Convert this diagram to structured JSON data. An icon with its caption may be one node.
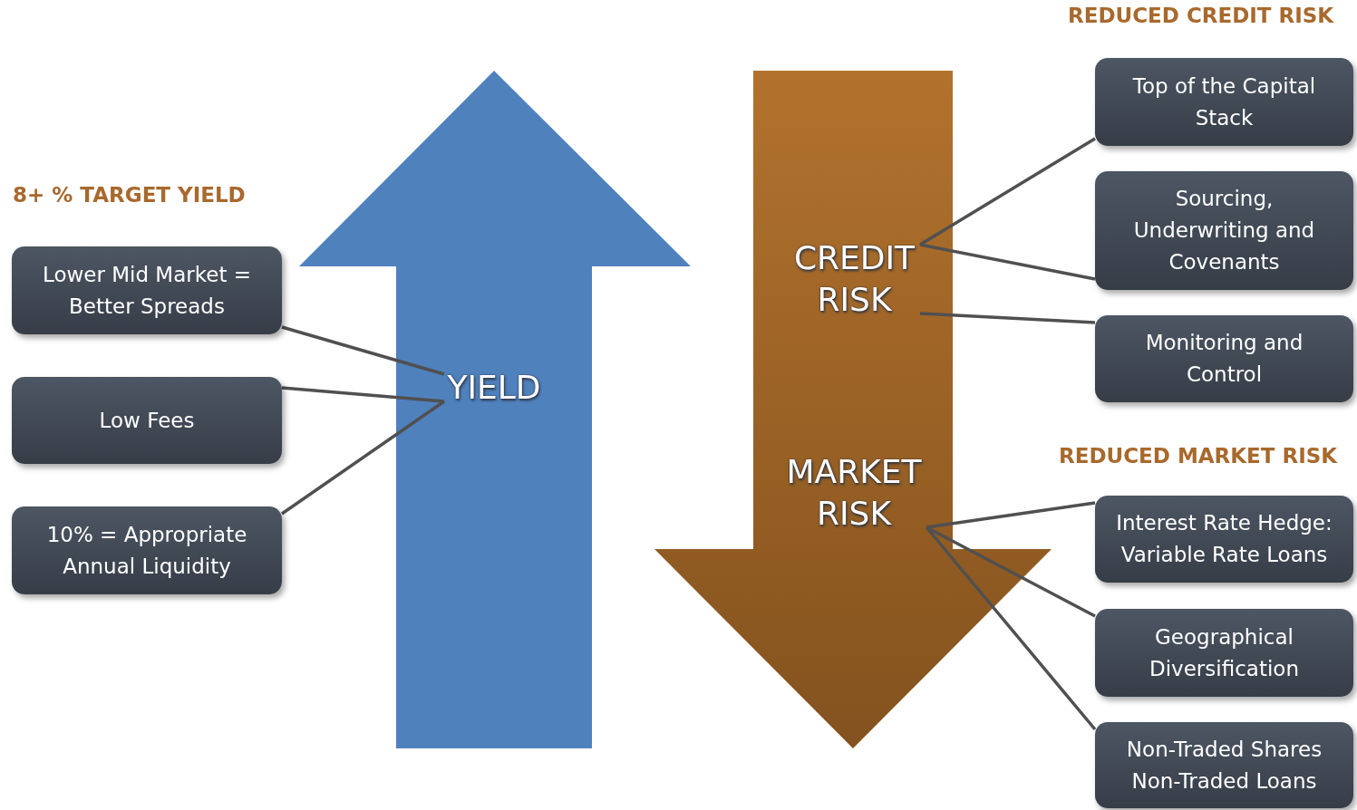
{
  "diagram": {
    "nodes": [
      {
        "text": [
          "Lower Mid Market = Better Spreads"
        ]
      },
      {
        "text": [
          "Low Fees"
        ]
      },
      {
        "text": [
          "10% = Appropriate Annual Liquidity"
        ]
      },
      {
        "text": [],
        "shape": "arrow"
      },
      {
        "text": [
          "YIELD"
        ],
        "in": 3
      },
      {
        "text": [],
        "shape": "arrow"
      },
      {
        "text": [
          "CREDIT RISK"
        ],
        "in": 5
      },
      {
        "text": [
          "MARKET RISK"
        ],
        "in": 5
      },
      {
        "text": [
          "Top of the Capital Stack"
        ]
      },
      {
        "text": [
          "Sourcing, Underwriting and Covenants"
        ]
      },
      {
        "text": [
          "Monitoring and Control"
        ]
      },
      {
        "text": [
          "Interest Rate Hedge: Variable Rate Loans"
        ]
      },
      {
        "text": [
          "Geographical Diversification"
        ]
      },
      {
        "text": [
          "Non-Traded Shares Non-Traded Loans"
        ]
      }
    ],
    "edges": [
      {
        "from": 0,
        "to": 4,
        "arrow": "none"
      },
      {
        "from": 1,
        "to": 4,
        "arrow": "none"
      },
      {
        "from": 2,
        "to": 4,
        "arrow": "none"
      },
      {
        "from": 6,
        "to": 8,
        "arrow": "none"
      },
      {
        "from": 6,
        "to": 9,
        "arrow": "none"
      },
      {
        "from": 6,
        "to": 10,
        "arrow": "none"
      },
      {
        "from": 7,
        "to": 11,
        "arrow": "none"
      },
      {
        "from": 7,
        "to": 12,
        "arrow": "none"
      },
      {
        "from": 7,
        "to": 13,
        "arrow": "none"
      }
    ],
    "labels": [
      "REDUCED CREDIT RISK",
      "8+ % TARGET YIELD",
      "REDUCED MARKET RISK"
    ]
  }
}
